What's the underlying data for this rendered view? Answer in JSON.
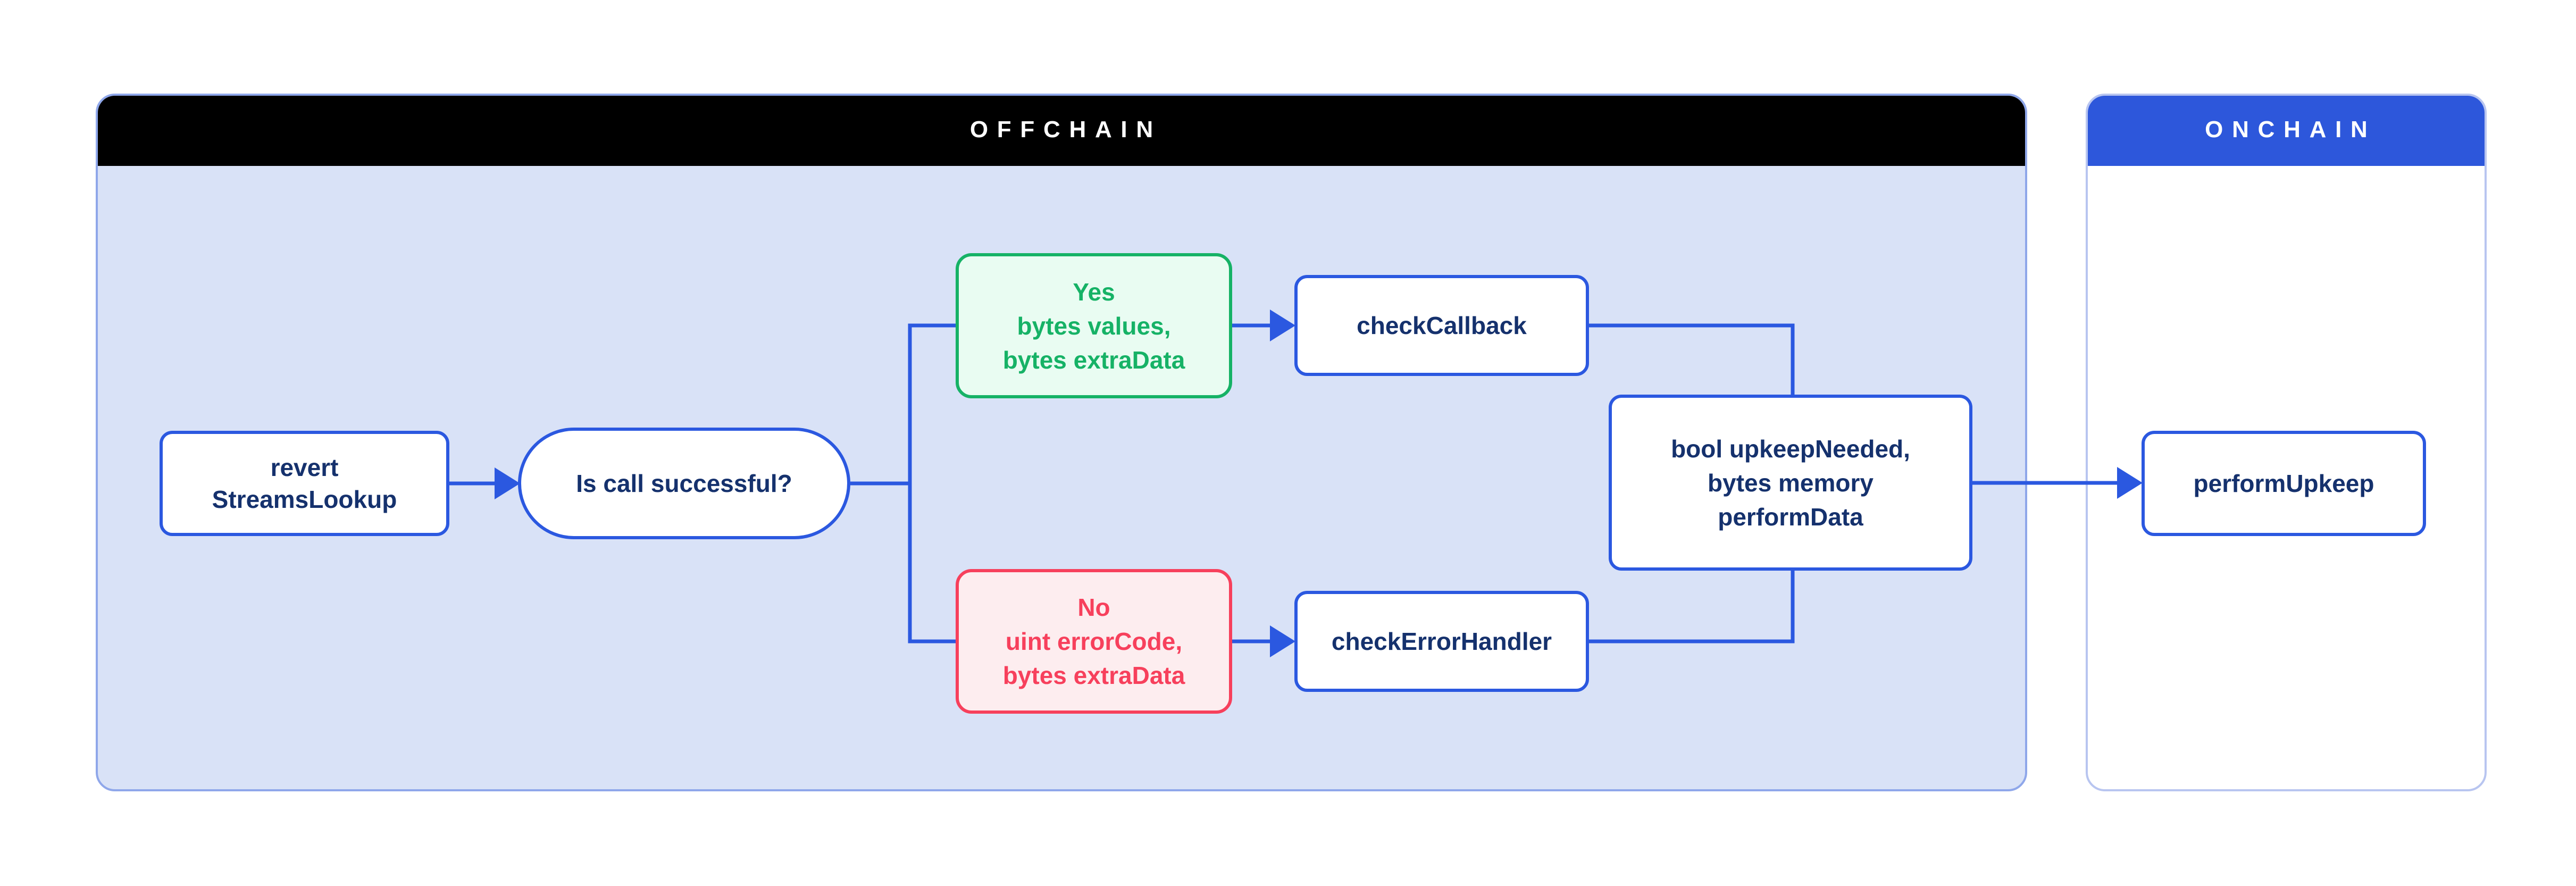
{
  "colors": {
    "accent": "#2b58e0",
    "navy": "#15316d",
    "green": "#16b266",
    "green_bg": "#e9fcf2",
    "red": "#f7405c",
    "red_bg": "#fdedef",
    "offchain_header_bg": "#000000",
    "offchain_body_bg": "#d9e2f7",
    "offchain_border": "#8fa7ea",
    "onchain_header_bg": "#2d57db",
    "onchain_body_bg": "#ffffff",
    "onchain_border": "#b8c5f0",
    "node_bg": "#ffffff"
  },
  "panels": {
    "offchain": {
      "label": "OFFCHAIN"
    },
    "onchain": {
      "label": "ONCHAIN"
    }
  },
  "nodes": {
    "revert_streams_lookup": {
      "lines": [
        "revert",
        "StreamsLookup"
      ]
    },
    "is_call_successful": {
      "lines": [
        "Is call successful?"
      ]
    },
    "yes_branch": {
      "lines": [
        "Yes",
        "bytes values,",
        "bytes extraData"
      ]
    },
    "check_callback": {
      "lines": [
        "checkCallback"
      ]
    },
    "no_branch": {
      "lines": [
        "No",
        "uint errorCode,",
        "bytes extraData"
      ]
    },
    "check_error_handler": {
      "lines": [
        "checkErrorHandler"
      ]
    },
    "check_upkeep_result": {
      "lines": [
        "bool upkeepNeeded,",
        "bytes memory",
        "performData"
      ]
    },
    "perform_upkeep": {
      "lines": [
        "performUpkeep"
      ]
    }
  }
}
